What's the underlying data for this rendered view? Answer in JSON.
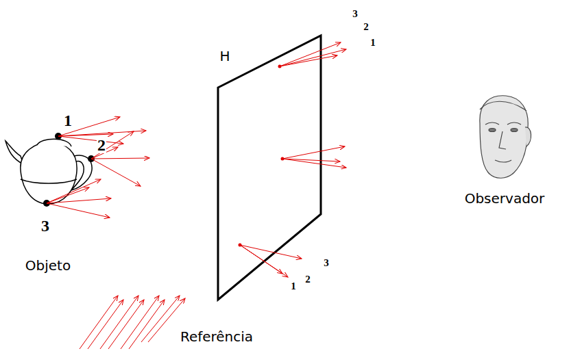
{
  "diagram": {
    "labels": [
      "H",
      "3",
      "2",
      "1",
      "1",
      "2",
      "3",
      "Objeto",
      "1",
      "2",
      "3",
      "Referência",
      "Observador"
    ]
  }
}
